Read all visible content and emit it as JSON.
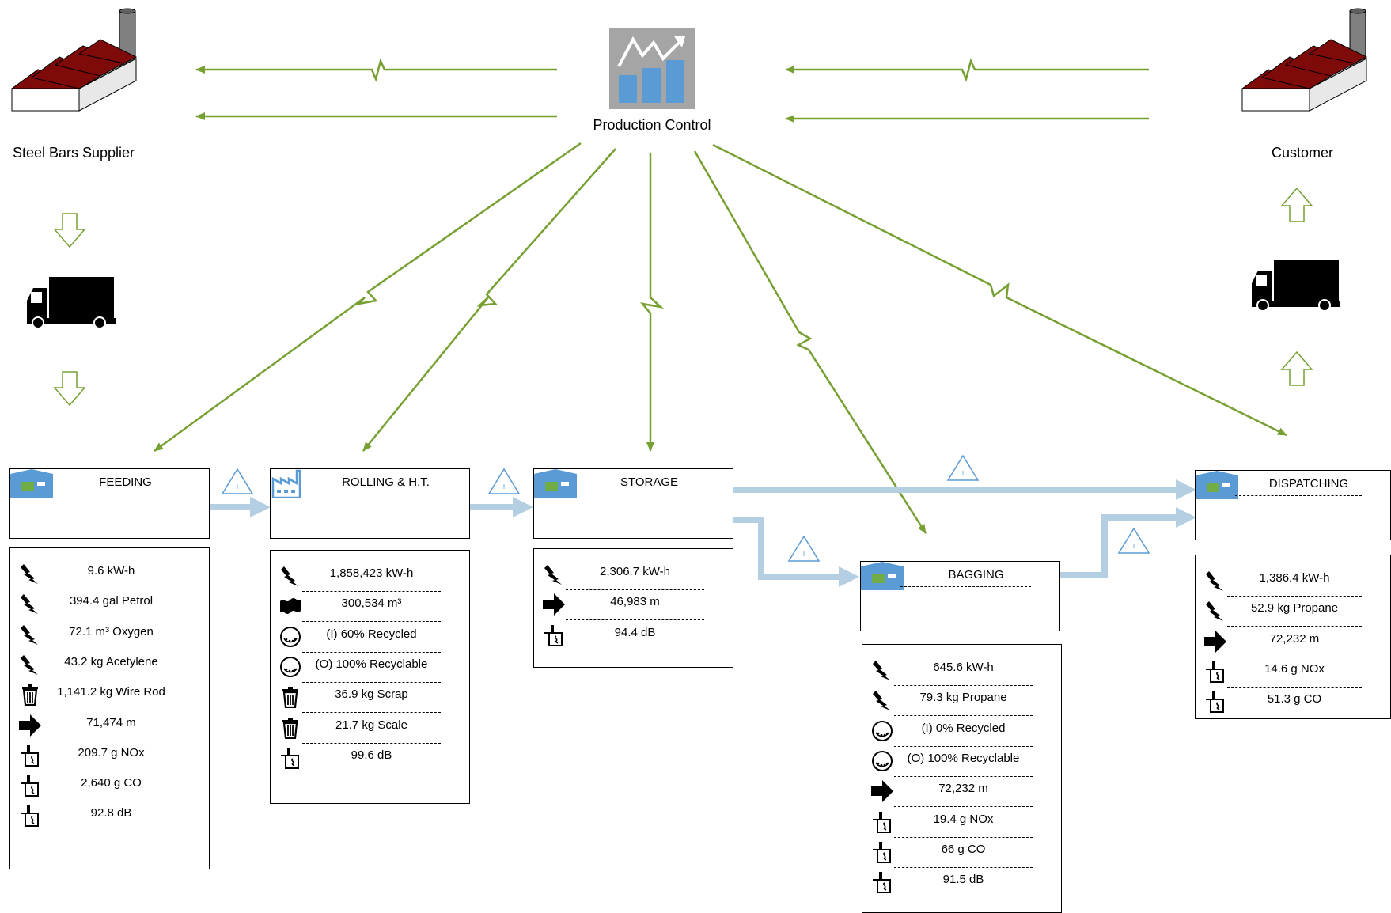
{
  "supplier": {
    "label": "Steel Bars Supplier"
  },
  "customer": {
    "label": "Customer"
  },
  "production_control": {
    "label": "Production Control"
  },
  "processes": [
    {
      "name": "FEEDING",
      "icon": "warehouse-icon"
    },
    {
      "name": "ROLLING & H.T.",
      "icon": "factory-icon"
    },
    {
      "name": "STORAGE",
      "icon": "warehouse-icon"
    },
    {
      "name": "BAGGING",
      "icon": "warehouse-icon"
    },
    {
      "name": "DISPATCHING",
      "icon": "warehouse-icon"
    }
  ],
  "data_boxes": [
    {
      "process": "FEEDING",
      "rows": [
        {
          "icon": "lightning-icon",
          "text": "9.6 kW-h"
        },
        {
          "icon": "lightning-icon",
          "text": "394.4 gal Petrol"
        },
        {
          "icon": "lightning-icon",
          "text": "72.1 m³ Oxygen"
        },
        {
          "icon": "lightning-icon",
          "text": "43.2 kg Acetylene"
        },
        {
          "icon": "trash-icon",
          "text": "1,141.2 kg Wire Rod"
        },
        {
          "icon": "arrow-icon",
          "text": "71,474 m"
        },
        {
          "icon": "emission-icon",
          "text": "209.7 g NOx"
        },
        {
          "icon": "emission-icon",
          "text": "2,640 g CO"
        },
        {
          "icon": "emission-icon",
          "text": "92.8 dB"
        }
      ]
    },
    {
      "process": "ROLLING & H.T.",
      "rows": [
        {
          "icon": "lightning-icon",
          "text": "1,858,423 kW-h"
        },
        {
          "icon": "water-icon",
          "text": "300,534 m³"
        },
        {
          "icon": "recycle-icon",
          "text": "(I) 60% Recycled"
        },
        {
          "icon": "recycle-icon",
          "text": "(O) 100% Recyclable"
        },
        {
          "icon": "trash-icon",
          "text": "36.9 kg Scrap"
        },
        {
          "icon": "trash-icon",
          "text": "21.7 kg Scale"
        },
        {
          "icon": "emission-icon",
          "text": "99.6 dB"
        }
      ]
    },
    {
      "process": "STORAGE",
      "rows": [
        {
          "icon": "lightning-icon",
          "text": "2,306.7 kW-h"
        },
        {
          "icon": "arrow-icon",
          "text": "46,983 m"
        },
        {
          "icon": "emission-icon",
          "text": "94.4 dB"
        }
      ]
    },
    {
      "process": "BAGGING",
      "rows": [
        {
          "icon": "lightning-icon",
          "text": "645.6 kW-h"
        },
        {
          "icon": "lightning-icon",
          "text": "79.3 kg Propane"
        },
        {
          "icon": "recycle-icon",
          "text": "(I) 0% Recycled"
        },
        {
          "icon": "recycle-icon",
          "text": "(O) 100% Recyclable"
        },
        {
          "icon": "arrow-icon",
          "text": "72,232 m"
        },
        {
          "icon": "emission-icon",
          "text": "19.4 g NOx"
        },
        {
          "icon": "emission-icon",
          "text": "66 g CO"
        },
        {
          "icon": "emission-icon",
          "text": "91.5 dB"
        }
      ]
    },
    {
      "process": "DISPATCHING",
      "rows": [
        {
          "icon": "lightning-icon",
          "text": "1,386.4 kW-h"
        },
        {
          "icon": "lightning-icon",
          "text": "52.9 kg Propane"
        },
        {
          "icon": "arrow-icon",
          "text": "72,232 m"
        },
        {
          "icon": "emission-icon",
          "text": "14.6 g NOx"
        },
        {
          "icon": "emission-icon",
          "text": "51.3 g CO"
        }
      ]
    }
  ],
  "inventory_markers": [
    {
      "text": "I"
    },
    {
      "text": "I"
    },
    {
      "text": "I"
    },
    {
      "text": "I"
    },
    {
      "text": "I"
    }
  ],
  "colors": {
    "info_line": "#77a033",
    "material_flow": "#b4cfe2",
    "material_flow_dark": "#9fbfd8",
    "factory_roof": "#7f0a0a",
    "chimney": "#808080",
    "chart_bars": "#5b9bd5",
    "chart_bg": "#a5a5a5",
    "process_icon": "#5b9bd5",
    "process_icon_green": "#70ad47",
    "inventory": "#5b9bd5"
  }
}
